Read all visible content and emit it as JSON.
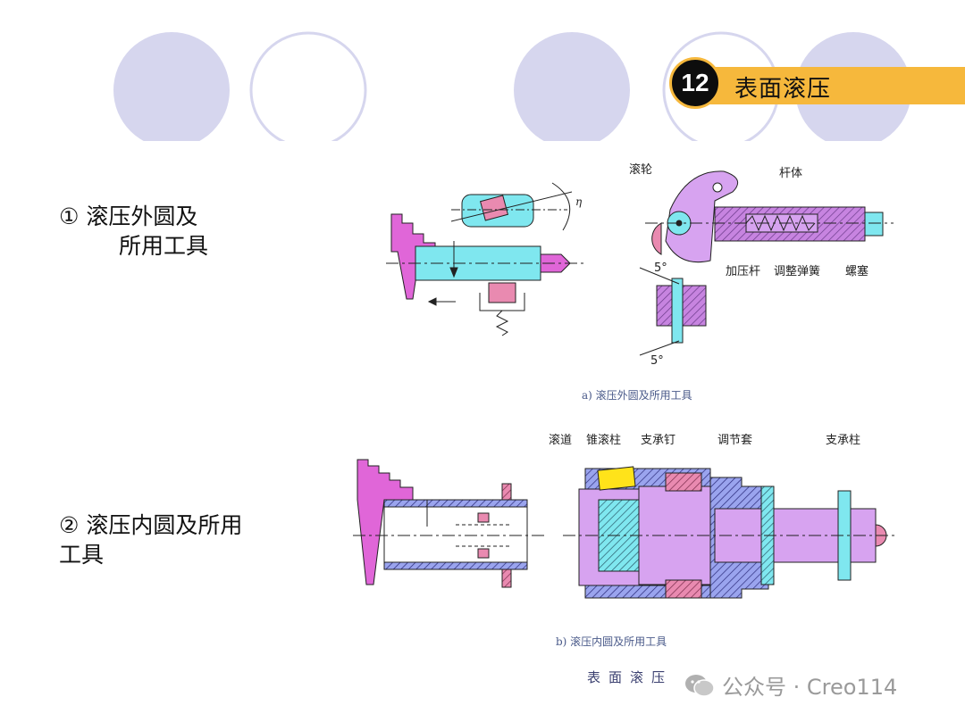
{
  "header": {
    "number": "12",
    "title": "表面滚压"
  },
  "items": [
    {
      "line1": "① 滚压外圆及",
      "line2": "所用工具"
    },
    {
      "line1": "② 滚压内圆及所用",
      "line2": "工具"
    }
  ],
  "figure_a": {
    "caption": "a) 滚压外圆及所用工具",
    "labels": {
      "roller": "滚轮",
      "rod_body": "杆体",
      "press_rod": "加压杆",
      "spring": "调整弹簧",
      "plug": "螺塞",
      "angle_top": "5°",
      "angle_bottom": "5°",
      "eta": "η"
    }
  },
  "figure_b": {
    "caption": "b) 滚压内圆及所用工具",
    "labels": {
      "raceway": "滚道",
      "taper_roller": "锥滚柱",
      "support_pin": "支承钉",
      "adjust_sleeve": "调节套",
      "support_column": "支承柱"
    }
  },
  "bottom_title": "表面滚压",
  "watermark": {
    "text": "公众号 · Creo114",
    "icon": "wechat-icon"
  },
  "colors": {
    "circle_fill": "#d6d6ee",
    "accent": "#f6b83c",
    "pink": "#e066d8",
    "cyan": "#7fe7ef",
    "violet": "#d7a3f0",
    "yellow": "#ffe31a"
  }
}
